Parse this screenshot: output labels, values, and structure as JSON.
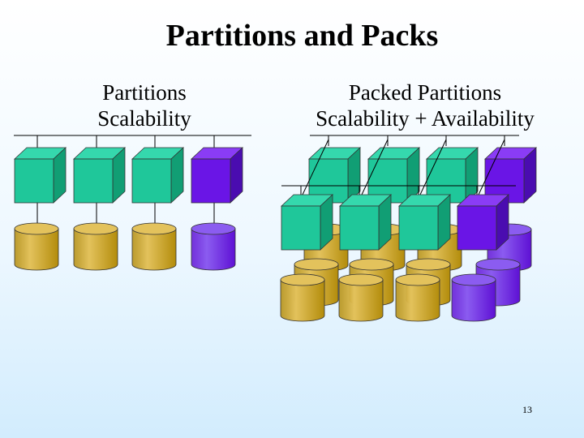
{
  "slide": {
    "title": "Partitions and Packs",
    "page_number": "13"
  },
  "left_panel": {
    "caption_line1": "Partitions",
    "caption_line2": "Scalability",
    "partitions": 4,
    "active_color_count": 3,
    "spare_color_count": 1
  },
  "right_panel": {
    "caption_line1": "Packed Partitions",
    "caption_line2": "Scalability + Availability",
    "pack_rows": 2,
    "partitions_per_row": 4
  },
  "colors": {
    "server_active_front": "#1fc79a",
    "server_active_top": "#35d8ad",
    "server_active_side": "#119e74",
    "server_spare_front": "#6a15e6",
    "server_spare_top": "#8a3cf5",
    "server_spare_side": "#4a0cb0",
    "disk_active_body": "#b38c0b",
    "disk_active_top": "#e3c25c",
    "disk_spare_body": "#5e10d4",
    "disk_spare_top": "#8b5cf0"
  }
}
